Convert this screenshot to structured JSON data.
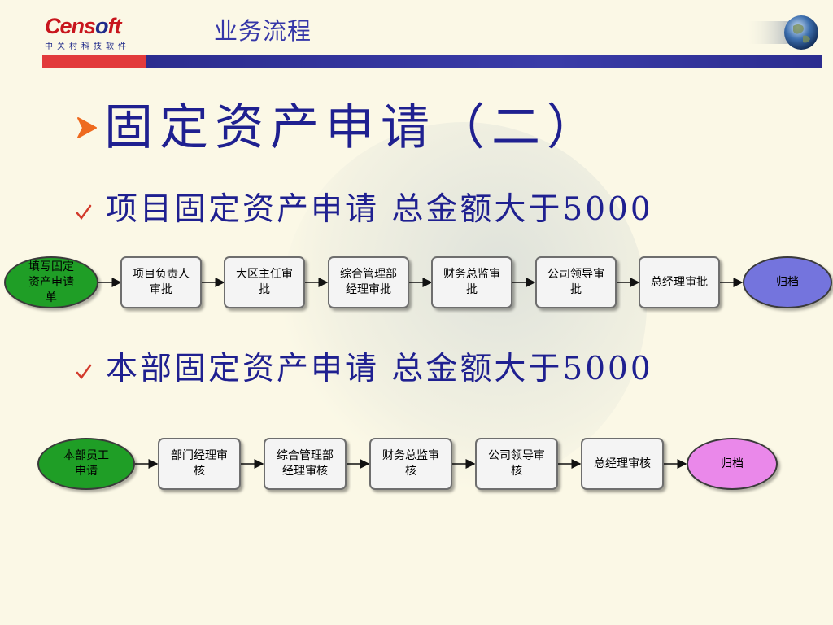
{
  "header": {
    "logo_main_pre": "Cens",
    "logo_main_o": "o",
    "logo_main_post": "ft",
    "logo_sub": "中关村科技软件",
    "title": "业务流程"
  },
  "heading": "固定资产申请（二）",
  "flow1": {
    "label": "项目固定资产申请 总金额大于5000",
    "start": "填写固定资产申请单",
    "steps": [
      "项目负责人审批",
      "大区主任审批",
      "综合管理部经理审批",
      "财务总监审批",
      "公司领导审批",
      "总经理审批"
    ],
    "end": "归档"
  },
  "flow2": {
    "label": "本部固定资产申请 总金额大于5000",
    "start": "本部员工申请",
    "steps": [
      "部门经理审核",
      "综合管理部经理审核",
      "财务总监审核",
      "公司领导审核",
      "总经理审核"
    ],
    "end": "归档"
  },
  "colors": {
    "background": "#fbf8e6",
    "title_blue": "#1f2090",
    "start_green": "#1f9e26",
    "end_blue": "#7474dd",
    "end_pink": "#ea88ea"
  }
}
